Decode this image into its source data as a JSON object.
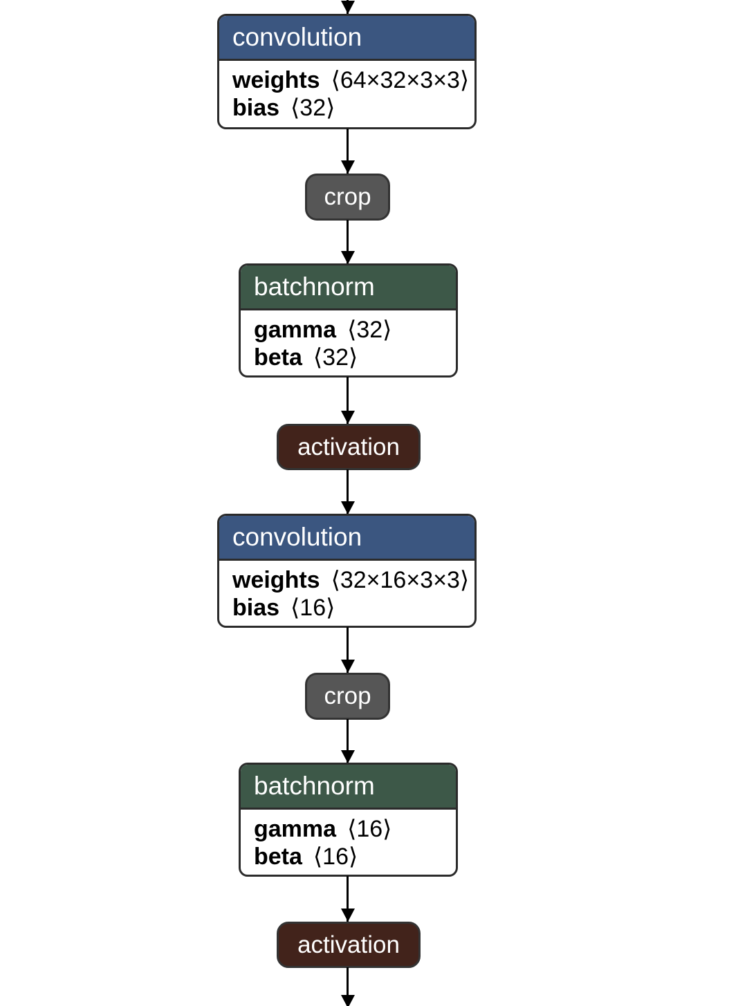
{
  "diagram": {
    "kind": "neural-network-layer-graph",
    "flow_direction": "top-to-bottom",
    "colors": {
      "background": "#ffffff",
      "convolution_header": "#3b5680",
      "batchnorm_header": "#3d5848",
      "crop_fill": "#565656",
      "activation_fill": "#42231b",
      "node_border": "#2b2b2b",
      "arrow": "#000000",
      "header_text": "#ffffff",
      "body_text": "#000000"
    },
    "nodes": [
      {
        "title": "convolution",
        "attributes": [
          {
            "name": "weights",
            "value": "⟨64×32×3×3⟩"
          },
          {
            "name": "bias",
            "value": "⟨32⟩"
          }
        ]
      },
      {
        "title": "crop"
      },
      {
        "title": "batchnorm",
        "attributes": [
          {
            "name": "gamma",
            "value": "⟨32⟩"
          },
          {
            "name": "beta",
            "value": "⟨32⟩"
          }
        ]
      },
      {
        "title": "activation"
      },
      {
        "title": "convolution",
        "attributes": [
          {
            "name": "weights",
            "value": "⟨32×16×3×3⟩"
          },
          {
            "name": "bias",
            "value": "⟨16⟩"
          }
        ]
      },
      {
        "title": "crop"
      },
      {
        "title": "batchnorm",
        "attributes": [
          {
            "name": "gamma",
            "value": "⟨16⟩"
          },
          {
            "name": "beta",
            "value": "⟨16⟩"
          }
        ]
      },
      {
        "title": "activation"
      }
    ]
  }
}
